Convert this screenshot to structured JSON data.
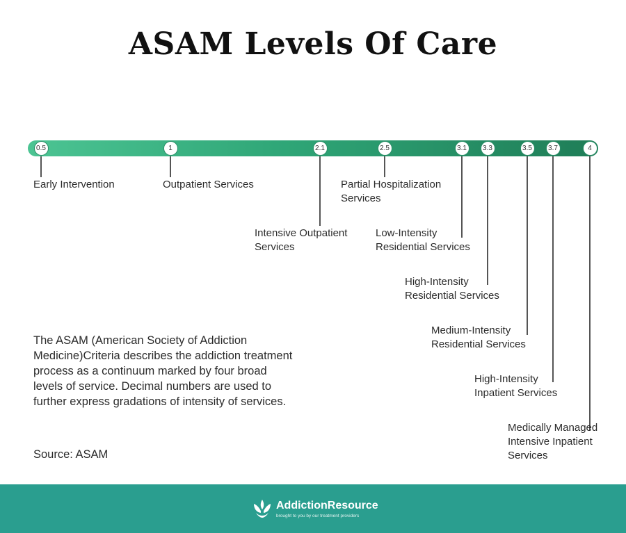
{
  "title": "ASAM Levels Of Care",
  "levels": [
    {
      "value": "0.5",
      "label": [
        "Early Intervention"
      ]
    },
    {
      "value": "1",
      "label": [
        "Outpatient Services"
      ]
    },
    {
      "value": "2.1",
      "label": [
        "Intensive Outpatient",
        "Services"
      ]
    },
    {
      "value": "2.5",
      "label": [
        "Partial Hospitalization",
        "Services"
      ]
    },
    {
      "value": "3.1",
      "label": [
        "Low-Intensity",
        "Residential Services"
      ]
    },
    {
      "value": "3.3",
      "label": [
        "High-Intensity",
        "Residential Services"
      ]
    },
    {
      "value": "3.5",
      "label": [
        "Medium-Intensity",
        "Residential Services"
      ]
    },
    {
      "value": "3.7",
      "label": [
        "High-Intensity",
        "Inpatient Services"
      ]
    },
    {
      "value": "4",
      "label": [
        "Medically Managed",
        "Intensive Inpatient",
        "Services"
      ]
    }
  ],
  "description": "The ASAM (American Society of Addiction Medicine)Criteria describes the addiction treatment process as a continuum marked by four broad levels of service. Decimal numbers are used to further express gradations of intensity of services.",
  "source": "Source: ASAM",
  "footer": {
    "brand": "AddictionResource",
    "tagline": "brought to you by our treatment providers",
    "icon": "lotus-hands-icon"
  },
  "colors": {
    "bar_start": "#4cc493",
    "bar_end": "#1f7d57",
    "footer_bg": "#2a9e8f"
  }
}
